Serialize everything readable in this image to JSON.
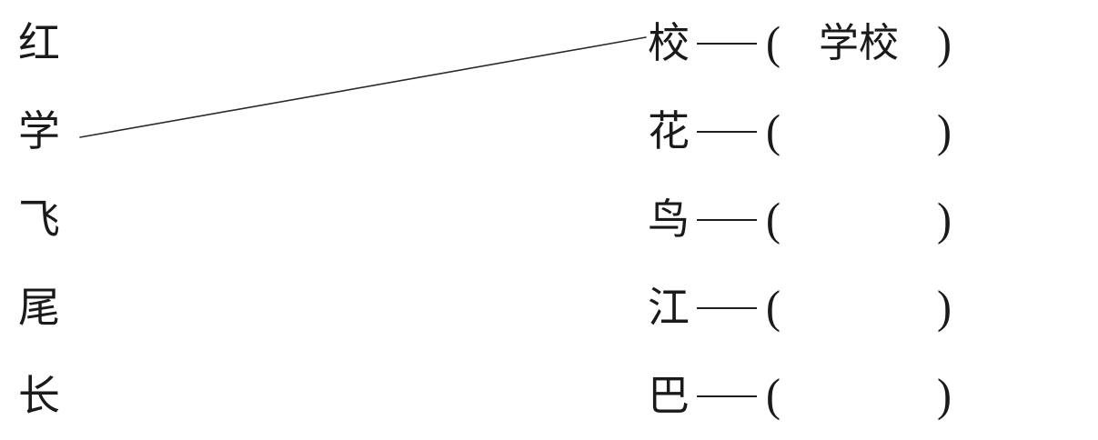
{
  "worksheet": {
    "ink_color": "#1a1a1a",
    "left": [
      "红",
      "学",
      "飞",
      "尾",
      "长"
    ],
    "right": [
      {
        "char": "校",
        "answer": "学校"
      },
      {
        "char": "花",
        "answer": ""
      },
      {
        "char": "鸟",
        "answer": ""
      },
      {
        "char": "江",
        "answer": ""
      },
      {
        "char": "巴",
        "answer": ""
      }
    ],
    "parens": {
      "open": "(",
      "close": ")"
    },
    "connection": {
      "from_left": "学",
      "to_right": "校",
      "from_left_index": 1,
      "to_right_index": 0
    }
  }
}
